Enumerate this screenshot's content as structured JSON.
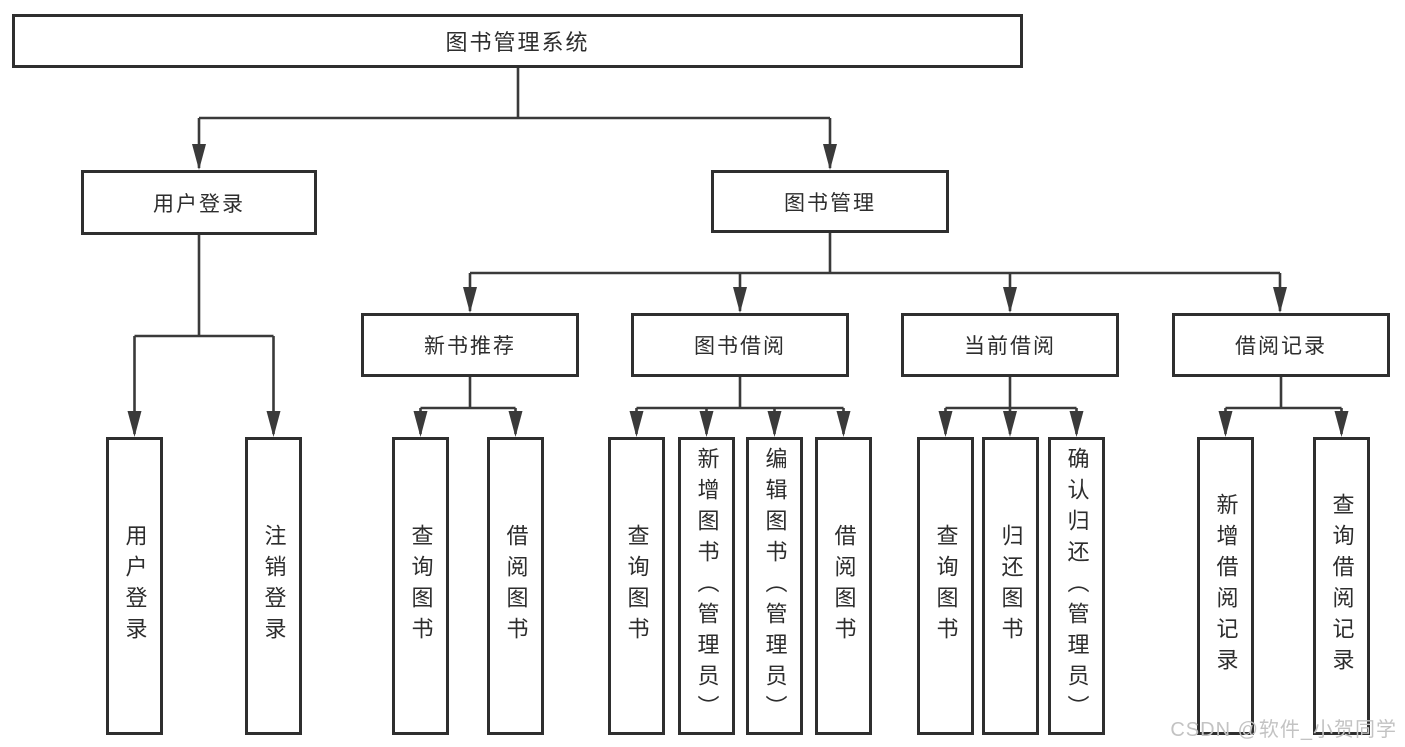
{
  "diagram": {
    "root": {
      "label": "图书管理系统"
    },
    "branches": [
      {
        "label": "用户登录",
        "children": [
          {
            "label": "用户登录"
          },
          {
            "label": "注销登录"
          }
        ]
      },
      {
        "label": "图书管理",
        "children": [
          {
            "label": "新书推荐",
            "children": [
              {
                "label": "查询图书"
              },
              {
                "label": "借阅图书"
              }
            ]
          },
          {
            "label": "图书借阅",
            "children": [
              {
                "label": "查询图书"
              },
              {
                "label": "新增图书（管理员）"
              },
              {
                "label": "编辑图书（管理员）"
              },
              {
                "label": "借阅图书"
              }
            ]
          },
          {
            "label": "当前借阅",
            "children": [
              {
                "label": "查询图书"
              },
              {
                "label": "归还图书"
              },
              {
                "label": "确认归还（管理员）"
              }
            ]
          },
          {
            "label": "借阅记录",
            "children": [
              {
                "label": "新增借阅记录"
              },
              {
                "label": "查询借阅记录"
              }
            ]
          }
        ]
      }
    ]
  },
  "watermark": {
    "text": "CSDN @软件_小贺同学",
    "color": "#c3c3c3"
  },
  "colors": {
    "line": "#3a3a3a",
    "box_border": "#2f2f2f",
    "text": "#2d2d2d",
    "background": "#ffffff"
  }
}
